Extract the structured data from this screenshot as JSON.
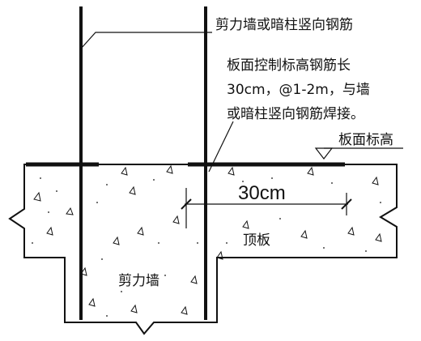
{
  "labels": {
    "rebar_title": "剪力墙或暗柱竖向钢筋",
    "note_line1": "板面控制标高钢筋长",
    "note_line2": "30cm，@1-2m，与墙",
    "note_line3": "或暗柱竖向钢筋焊接。",
    "slab_level": "板面标高",
    "dimension": "30cm",
    "slab": "顶板",
    "wall": "剪力墙"
  },
  "colors": {
    "line": "#111111",
    "background": "#ffffff"
  }
}
